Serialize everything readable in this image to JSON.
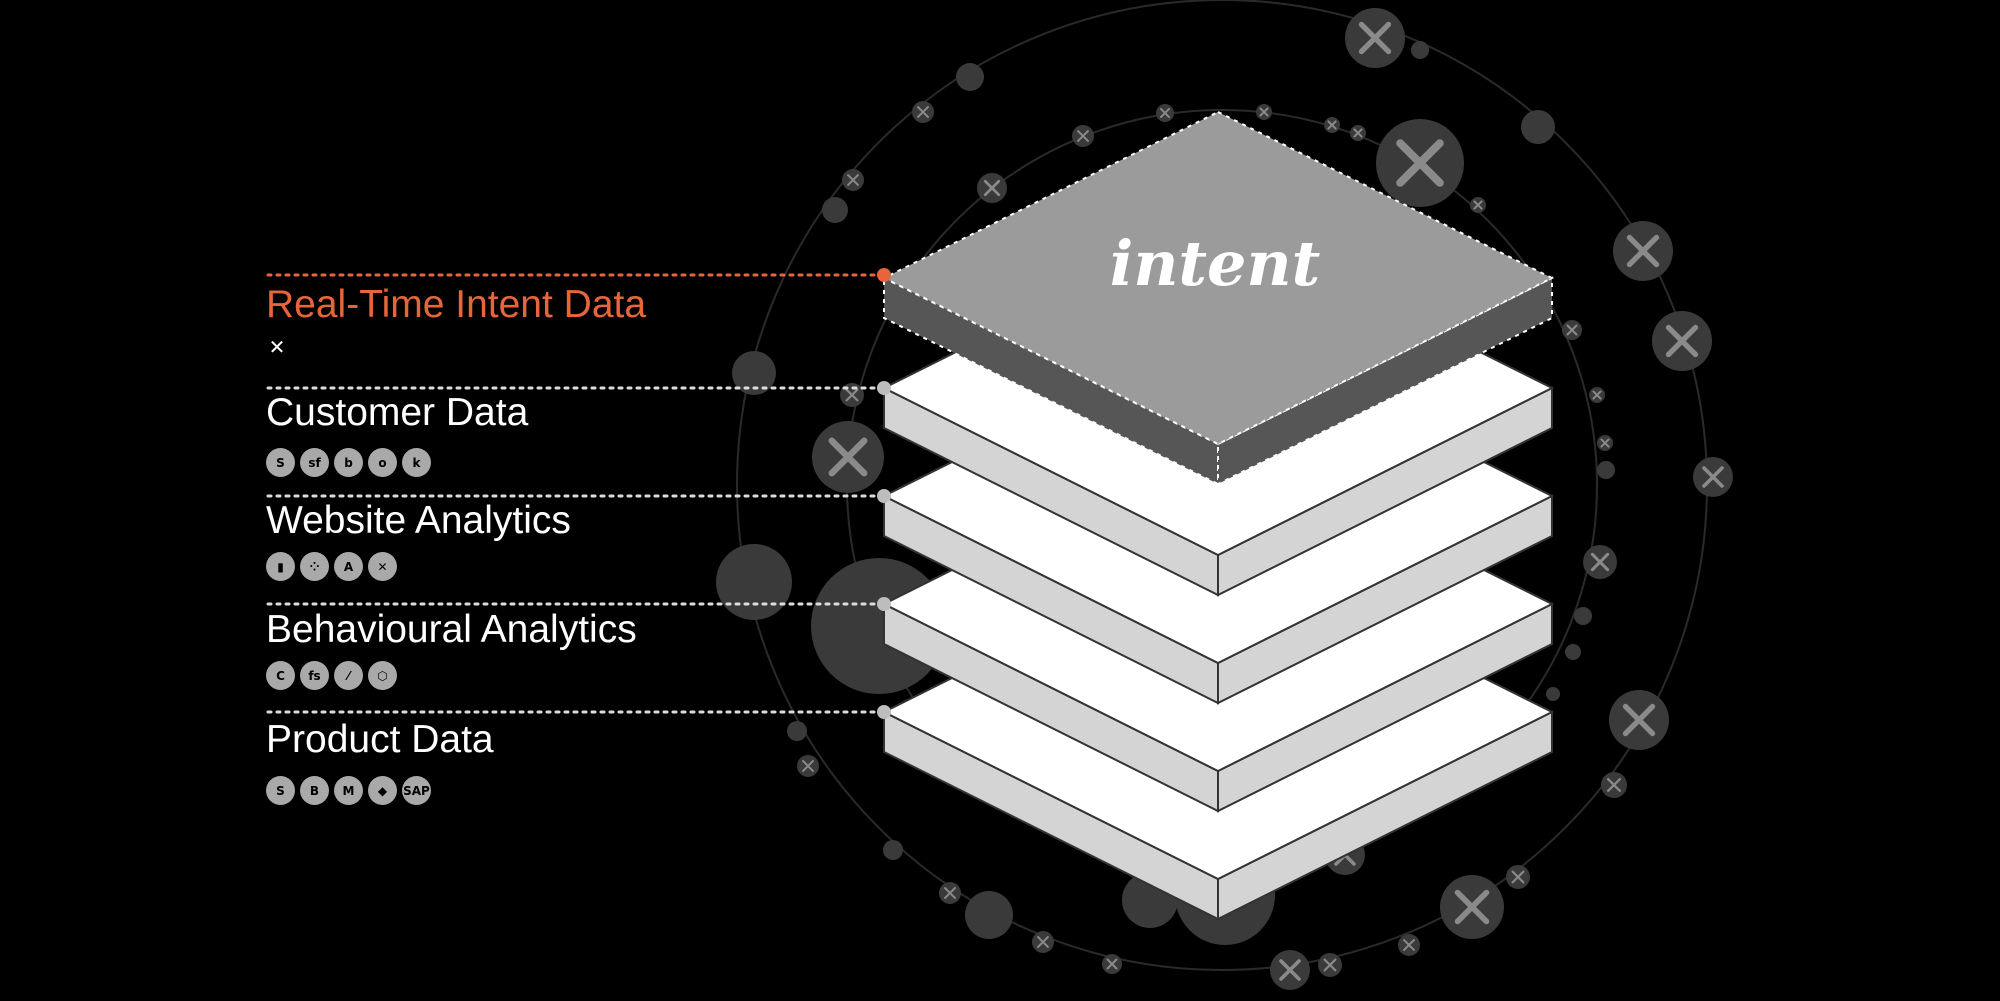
{
  "brand": {
    "logo_text": "intent"
  },
  "colors": {
    "background": "#000000",
    "accent": "#e8643a",
    "label": "#ffffff",
    "top_face": "#9b9b9b",
    "top_side": "#565656",
    "slab_face": "#ffffff",
    "slab_side": "#d4d4d4",
    "orbit_dot": "#3a3a3a"
  },
  "layers": [
    {
      "label": "Real-Time Intent Data",
      "active": true,
      "icons": [
        {
          "name": "intent-x-icon",
          "glyph": "✕"
        }
      ]
    },
    {
      "label": "Customer Data",
      "active": false,
      "icons": [
        {
          "name": "segment-icon",
          "glyph": "S"
        },
        {
          "name": "salesforce-icon",
          "glyph": "sf"
        },
        {
          "name": "hubspot-icon",
          "glyph": "b"
        },
        {
          "name": "outreach-icon",
          "glyph": "o"
        },
        {
          "name": "klaviyo-icon",
          "glyph": "k"
        }
      ]
    },
    {
      "label": "Website Analytics",
      "active": false,
      "icons": [
        {
          "name": "google-analytics-icon",
          "glyph": "▮"
        },
        {
          "name": "analytics-dots-icon",
          "glyph": "⁘"
        },
        {
          "name": "adobe-analytics-icon",
          "glyph": "A"
        },
        {
          "name": "mixpanel-icon",
          "glyph": "✕"
        }
      ]
    },
    {
      "label": "Behavioural Analytics",
      "active": false,
      "icons": [
        {
          "name": "contentsquare-icon",
          "glyph": "C"
        },
        {
          "name": "fullstory-icon",
          "glyph": "fs"
        },
        {
          "name": "hotjar-icon",
          "glyph": "⁄"
        },
        {
          "name": "heap-icon",
          "glyph": "⬡"
        }
      ]
    },
    {
      "label": "Product Data",
      "active": false,
      "icons": [
        {
          "name": "shopify-icon",
          "glyph": "S"
        },
        {
          "name": "bigcommerce-icon",
          "glyph": "B"
        },
        {
          "name": "magento-icon",
          "glyph": "M"
        },
        {
          "name": "product-cube-icon",
          "glyph": "◆"
        },
        {
          "name": "sap-icon",
          "glyph": "SAP"
        }
      ]
    }
  ]
}
